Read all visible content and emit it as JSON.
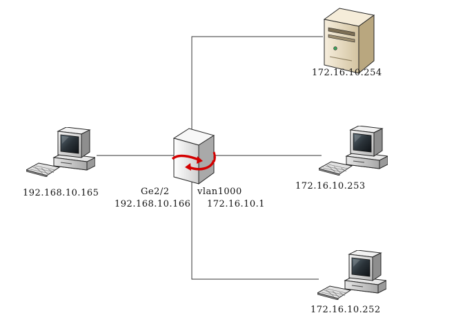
{
  "nodes": {
    "left_pc": {
      "ip": "192.168.10.165"
    },
    "router": {
      "left_interface": "Ge2/2",
      "left_ip": "192.168.10.166",
      "right_interface": "vlan1000",
      "right_ip": "172.16.10.1"
    },
    "server": {
      "ip": "172.16.10.254"
    },
    "pc_mid": {
      "ip": "172.16.10.253"
    },
    "pc_bottom": {
      "ip": "172.16.10.252"
    }
  },
  "colors": {
    "line": "#333333",
    "router_arrow": "#d40000",
    "server_body": "#e8dcc2"
  },
  "icons": [
    "desktop-computer-icon",
    "router-icon",
    "server-icon"
  ]
}
